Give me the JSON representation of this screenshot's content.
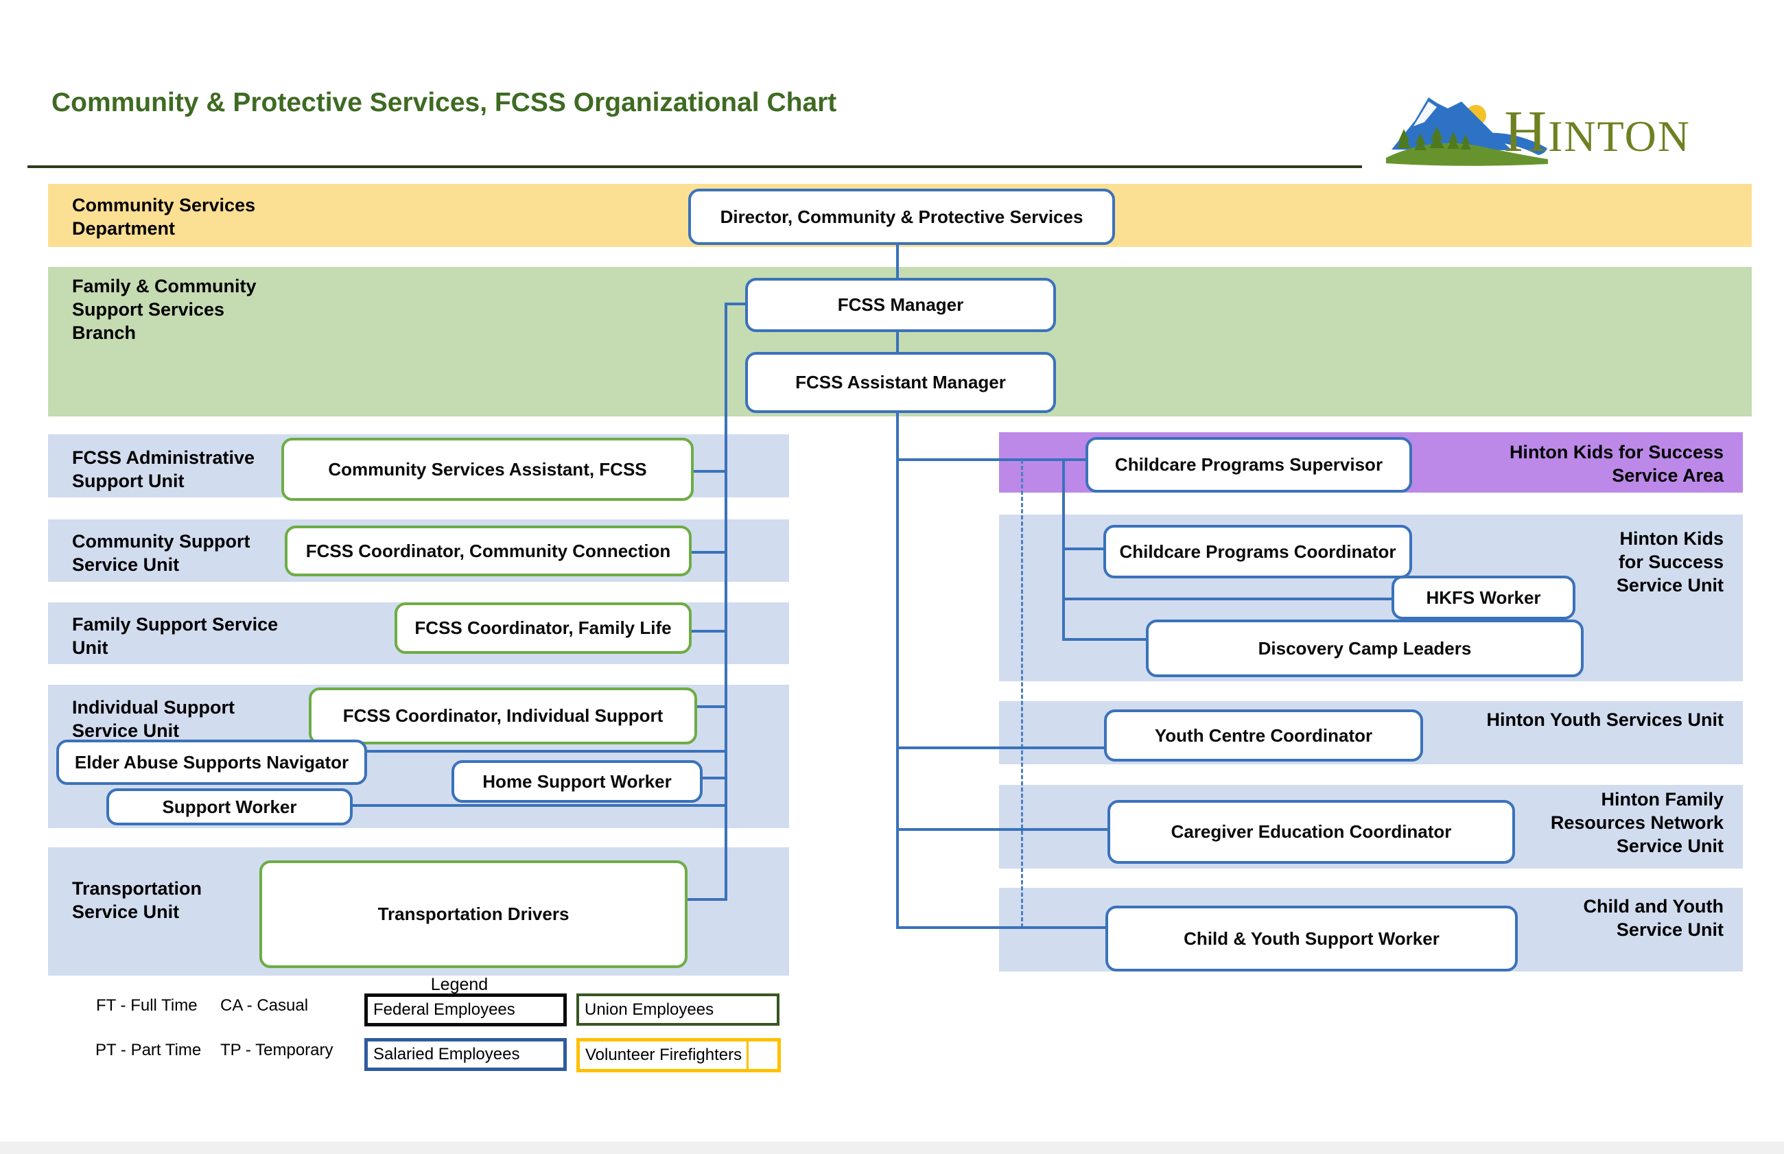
{
  "header": {
    "title": "Community & Protective Services, FCSS Organizational Chart"
  },
  "logo": {
    "name": "HINTON",
    "initial": "H",
    "rest": "INTON"
  },
  "bands": {
    "department": {
      "lines": [
        "Community Services",
        "Department"
      ]
    },
    "branch": {
      "lines": [
        "Family &  Community",
        "Support Services",
        "Branch"
      ]
    },
    "admin_unit": {
      "lines": [
        "FCSS  Administrative",
        "Support Unit"
      ]
    },
    "community_unit": {
      "lines": [
        "Community Support",
        "Service Unit"
      ]
    },
    "family_unit": {
      "lines": [
        "Family Support Service",
        "Unit"
      ]
    },
    "individual_unit": {
      "lines": [
        "Individual Support",
        "Service Unit"
      ]
    },
    "transport_unit": {
      "lines": [
        "Transportation",
        "Service Unit"
      ]
    },
    "kids_area": {
      "lines": [
        "Hinton Kids for Success",
        "Service Area"
      ]
    },
    "kids_unit": {
      "lines": [
        "Hinton Kids",
        "for Success",
        "Service Unit"
      ]
    },
    "youth_unit": {
      "lines": [
        "Hinton Youth Services Unit"
      ]
    },
    "family_network_unit": {
      "lines": [
        "Hinton Family",
        "Resources Network",
        "Service Unit"
      ]
    },
    "child_youth_unit": {
      "lines": [
        "Child and Youth",
        "Service Unit"
      ]
    }
  },
  "boxes": {
    "director": {
      "label": "Director, Community & Protective Services"
    },
    "fcss_manager": {
      "label": "FCSS Manager"
    },
    "fcss_assistant_manager": {
      "label": "FCSS Assistant Manager"
    },
    "community_services_assistant": {
      "label": "Community Services Assistant, FCSS"
    },
    "coordinator_community_connection": {
      "label": "FCSS Coordinator, Community Connection"
    },
    "coordinator_family_life": {
      "label": "FCSS Coordinator, Family Life"
    },
    "coordinator_individual_support": {
      "label": "FCSS Coordinator, Individual Support"
    },
    "elder_abuse_navigator": {
      "label": "Elder Abuse Supports Navigator"
    },
    "home_support_worker": {
      "label": "Home Support Worker"
    },
    "support_worker": {
      "label": "Support Worker"
    },
    "transportation_drivers": {
      "label": "Transportation Drivers"
    },
    "childcare_supervisor": {
      "label": "Childcare Programs Supervisor"
    },
    "childcare_coordinator": {
      "label": "Childcare Programs Coordinator"
    },
    "hkfs_worker": {
      "label": "HKFS Worker"
    },
    "discovery_camp_leaders": {
      "label": "Discovery Camp Leaders"
    },
    "youth_centre_coordinator": {
      "label": "Youth Centre Coordinator"
    },
    "caregiver_education_coordinator": {
      "label": "Caregiver Education Coordinator"
    },
    "child_youth_support_worker": {
      "label": "Child & Youth Support Worker"
    }
  },
  "legend": {
    "title": "Legend",
    "abbreviations": [
      "FT - Full Time",
      "CA - Casual",
      "PT - Part Time",
      "TP - Temporary"
    ],
    "categories": [
      {
        "label": "Federal Employees",
        "border_color": "#0a0a0a"
      },
      {
        "label": "Union Employees",
        "border_color": "#375623"
      },
      {
        "label": "Salaried Employees",
        "border_color": "#2E5B9F"
      },
      {
        "label": "Volunteer Firefighters",
        "border_color": "#FFC000"
      }
    ]
  },
  "colors": {
    "title_green": "#3E6A22",
    "connector_blue": "#3A72BB",
    "union_box_green": "#6EAC45",
    "department_yellow": "#FBDF93",
    "branch_green": "#C5DBB2",
    "unit_lavender": "#D2DCEF",
    "kids_area_purple": "#BC89E8",
    "logo_olive": "#6E8122"
  }
}
